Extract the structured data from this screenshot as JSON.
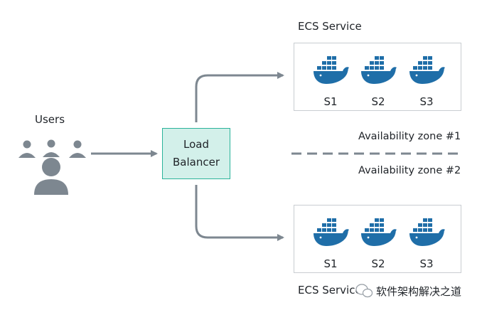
{
  "users": {
    "label": "Users"
  },
  "load_balancer": {
    "line1": "Load",
    "line2": "Balancer"
  },
  "top_service": {
    "title": "ECS Service",
    "services": [
      "S1",
      "S2",
      "S3"
    ]
  },
  "bottom_service": {
    "title": "ECS Service",
    "services": [
      "S1",
      "S2",
      "S3"
    ]
  },
  "zones": {
    "zone1": "Availability zone #1",
    "zone2": "Availability zone #2"
  },
  "watermark": {
    "text": "软件架构解决之道"
  },
  "colors": {
    "docker": "#1f6ea8",
    "lb_fill": "#d3f0ea",
    "lb_border": "#2bb39a",
    "arrow": "#7d8790",
    "user": "#7d8790"
  }
}
